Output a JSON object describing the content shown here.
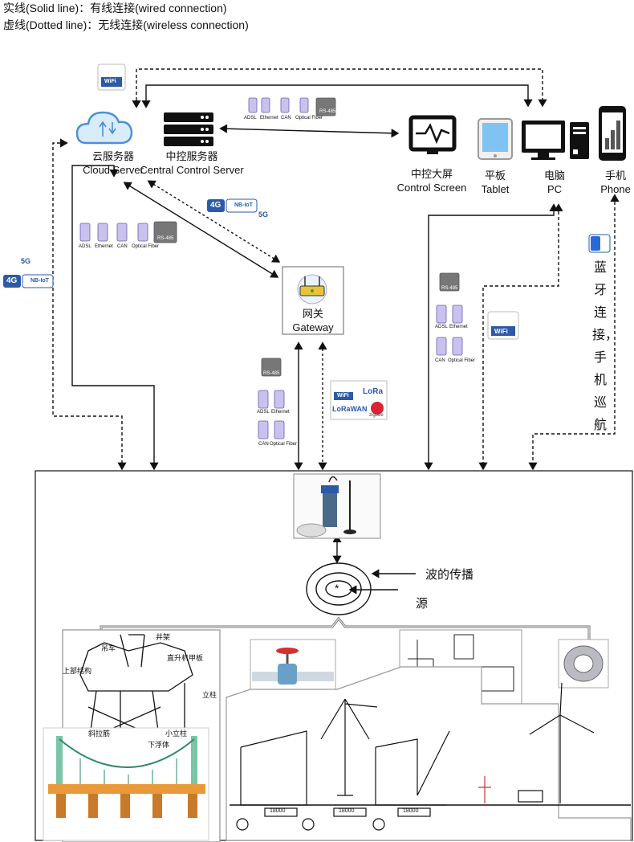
{
  "legend": {
    "solid": "实线(Solid line)：有线连接(wired connection)",
    "dotted": "虚线(Dotted line)：无线连接(wireless connection)"
  },
  "nodes": {
    "cloud": {
      "cn": "云服务器",
      "en": "Cloud Server"
    },
    "central": {
      "cn": "中控服务器",
      "en": "Central Control Server"
    },
    "screen": {
      "cn": "中控大屏",
      "en": "Control Screen"
    },
    "tablet": {
      "cn": "平板",
      "en": "Tablet"
    },
    "pc": {
      "cn": "电脑",
      "en": "PC"
    },
    "phone": {
      "cn": "手机",
      "en": "Phone"
    },
    "gateway": {
      "cn": "网关",
      "en": "Gateway"
    }
  },
  "ports": {
    "adsl": "ADSL",
    "ethernet": "Ethernet",
    "can": "CAN",
    "optical": "Optical Fiber",
    "rs485": "RS-485"
  },
  "wireless": {
    "wifi": "WiFi",
    "g4": "4G",
    "nbiot": "NB-IoT",
    "g5": "5G",
    "lora": "LoRa",
    "lorawan": "LoRaWAN",
    "zigbee": "zigbee"
  },
  "bluetooth_text": "蓝牙连接，手机巡航",
  "wave": {
    "propagation": "波的传播",
    "source": "源",
    "star": "*"
  },
  "platform": {
    "hoist": "吊车",
    "derrick": "井架",
    "top_structure": "上部结构",
    "lift_deck": "直升机甲板",
    "column": "立柱",
    "brace": "斜拉筋",
    "small_column": "小立柱",
    "pontoon": "下浮体"
  },
  "crane_dims": [
    "18000",
    "18000",
    "18000"
  ]
}
